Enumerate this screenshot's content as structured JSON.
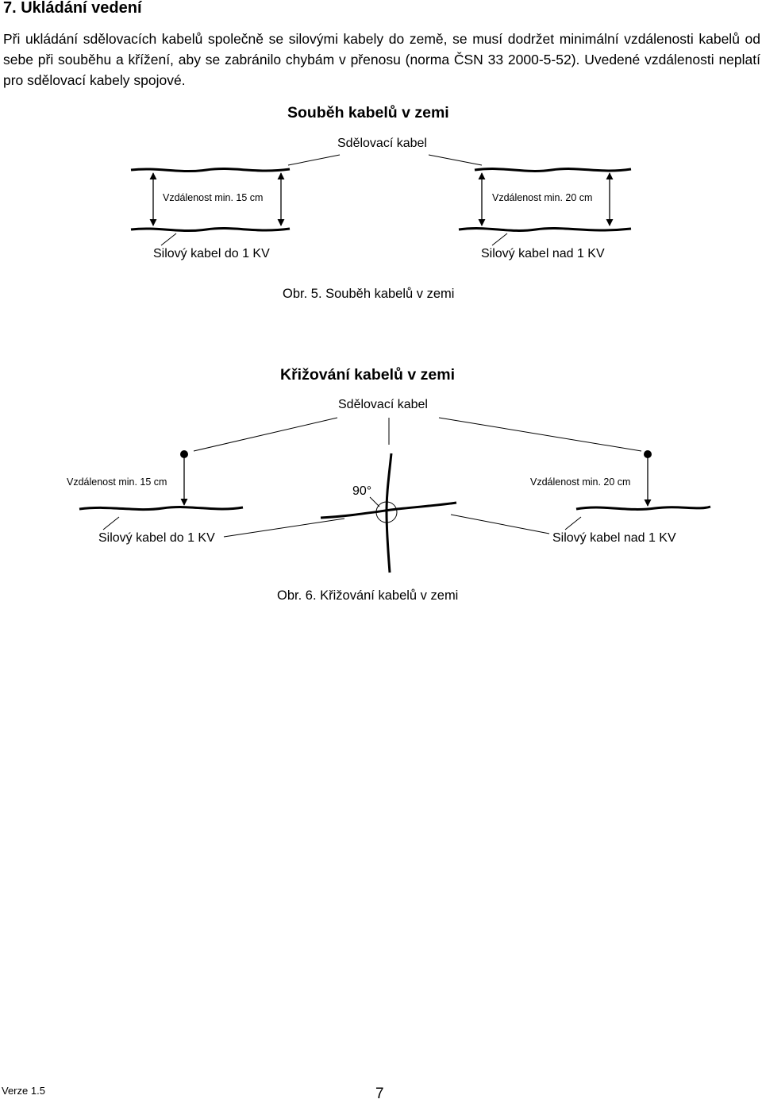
{
  "section": {
    "heading": "7. Ukládání vedení",
    "paragraph": "Při ukládání sdělovacích kabelů společně se silovými kabely do země, se musí dodržet minimální vzdálenosti kabelů od sebe při souběhu a křížení, aby se zabránilo chybám v přenosu (norma ČSN 33 2000-5-52). Uvedené vzdálenosti neplatí pro sdělovací kabely spojové."
  },
  "figure5": {
    "title": "Souběh kabelů v zemi",
    "comm_cable_label": "Sdělovací kabel",
    "distance_left": "Vzdálenost min. 15 cm",
    "distance_right": "Vzdálenost min. 20 cm",
    "power_left": "Silový kabel do 1 KV",
    "power_right": "Silový kabel nad 1 KV",
    "caption": "Obr. 5. Souběh kabelů v zemi"
  },
  "figure6": {
    "title": "Křižování kabelů v zemi",
    "comm_cable_label": "Sdělovací kabel",
    "distance_left": "Vzdálenost min. 15 cm",
    "distance_right": "Vzdálenost min. 20 cm",
    "angle_label": "90°",
    "power_left": "Silový kabel do 1 KV",
    "power_right": "Silový kabel nad 1 KV",
    "caption": "Obr. 6. Křižování kabelů v zemi"
  },
  "footer": {
    "version": "Verze 1.5",
    "page_number": "7"
  }
}
